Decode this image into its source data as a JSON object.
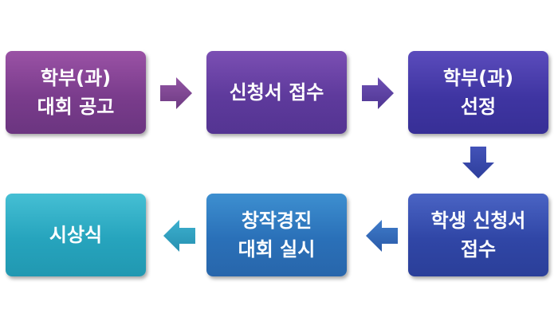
{
  "steps": [
    {
      "line1": "학부(과)",
      "line2": "대회 공고"
    },
    {
      "line1": "신청서 접수",
      "line2": ""
    },
    {
      "line1": "학부(과)",
      "line2": "선정"
    },
    {
      "line1": "학생 신청서",
      "line2": "접수"
    },
    {
      "line1": "창작경진",
      "line2": "대회 실시"
    },
    {
      "line1": "시상식",
      "line2": ""
    }
  ],
  "colors": {
    "step1": "#7a3c8c",
    "step2": "#5e3a9c",
    "step3": "#3f35a2",
    "step4": "#3046a6",
    "step5": "#2a70b8",
    "step6": "#26a4bd"
  }
}
